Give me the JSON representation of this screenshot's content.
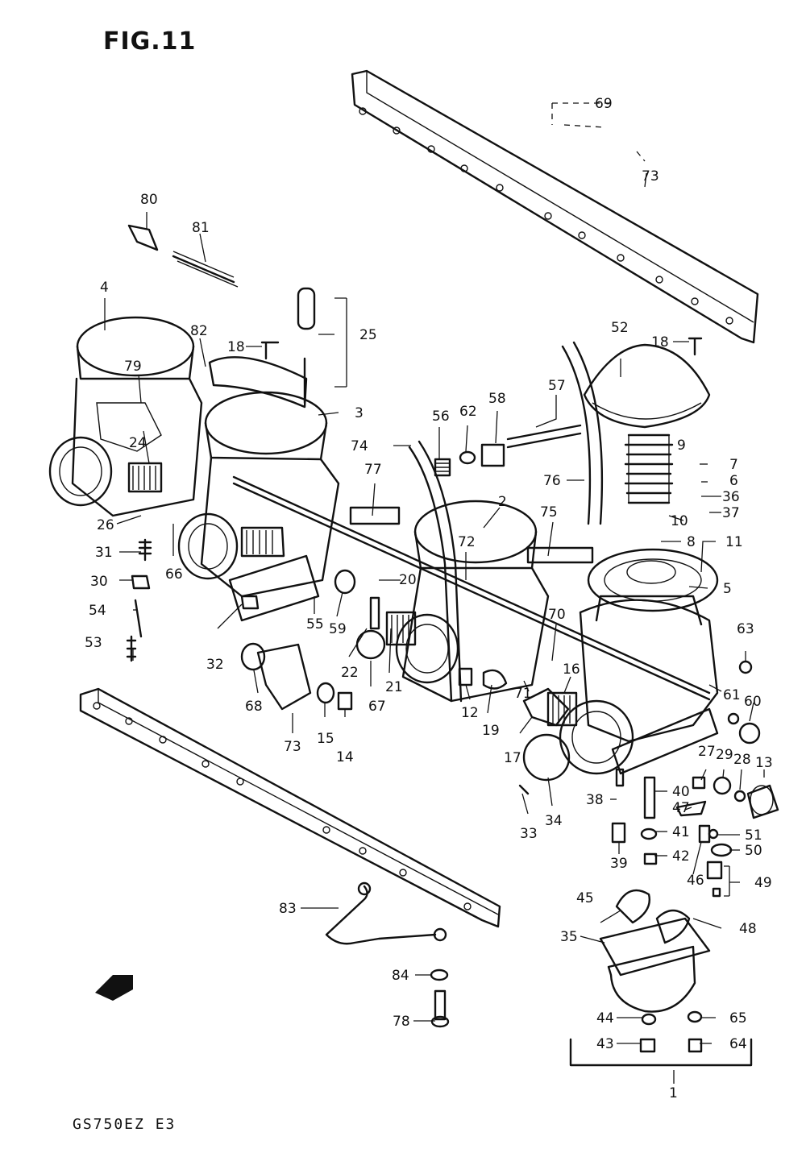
{
  "figure": {
    "title": "FIG.11",
    "footer": "GS750EZ  E3"
  },
  "parts": [
    {
      "label": "1"
    },
    {
      "label": "2"
    },
    {
      "label": "3"
    },
    {
      "label": "4"
    },
    {
      "label": "5"
    },
    {
      "label": "6"
    },
    {
      "label": "7"
    },
    {
      "label": "8"
    },
    {
      "label": "9"
    },
    {
      "label": "10"
    },
    {
      "label": "11"
    },
    {
      "label": "12"
    },
    {
      "label": "13"
    },
    {
      "label": "14"
    },
    {
      "label": "15"
    },
    {
      "label": "16"
    },
    {
      "label": "17"
    },
    {
      "label": "18"
    },
    {
      "label": "18"
    },
    {
      "label": "19"
    },
    {
      "label": "20"
    },
    {
      "label": "21"
    },
    {
      "label": "22"
    },
    {
      "label": "24"
    },
    {
      "label": "25"
    },
    {
      "label": "26"
    },
    {
      "label": "27"
    },
    {
      "label": "28"
    },
    {
      "label": "29"
    },
    {
      "label": "30"
    },
    {
      "label": "31"
    },
    {
      "label": "32"
    },
    {
      "label": "33"
    },
    {
      "label": "34"
    },
    {
      "label": "35"
    },
    {
      "label": "36"
    },
    {
      "label": "37"
    },
    {
      "label": "38"
    },
    {
      "label": "39"
    },
    {
      "label": "40"
    },
    {
      "label": "41"
    },
    {
      "label": "42"
    },
    {
      "label": "43"
    },
    {
      "label": "44"
    },
    {
      "label": "45"
    },
    {
      "label": "46"
    },
    {
      "label": "47"
    },
    {
      "label": "48"
    },
    {
      "label": "49"
    },
    {
      "label": "50"
    },
    {
      "label": "51"
    },
    {
      "label": "52"
    },
    {
      "label": "53"
    },
    {
      "label": "54"
    },
    {
      "label": "55"
    },
    {
      "label": "56"
    },
    {
      "label": "57"
    },
    {
      "label": "58"
    },
    {
      "label": "59"
    },
    {
      "label": "60"
    },
    {
      "label": "61"
    },
    {
      "label": "62"
    },
    {
      "label": "63"
    },
    {
      "label": "64"
    },
    {
      "label": "65"
    },
    {
      "label": "66"
    },
    {
      "label": "67"
    },
    {
      "label": "68"
    },
    {
      "label": "69"
    },
    {
      "label": "70"
    },
    {
      "label": "71"
    },
    {
      "label": "72"
    },
    {
      "label": "73"
    },
    {
      "label": "73"
    },
    {
      "label": "74"
    },
    {
      "label": "75"
    },
    {
      "label": "76"
    },
    {
      "label": "77"
    },
    {
      "label": "78"
    },
    {
      "label": "79"
    },
    {
      "label": "80"
    },
    {
      "label": "81"
    },
    {
      "label": "82"
    },
    {
      "label": "83"
    },
    {
      "label": "84"
    }
  ]
}
